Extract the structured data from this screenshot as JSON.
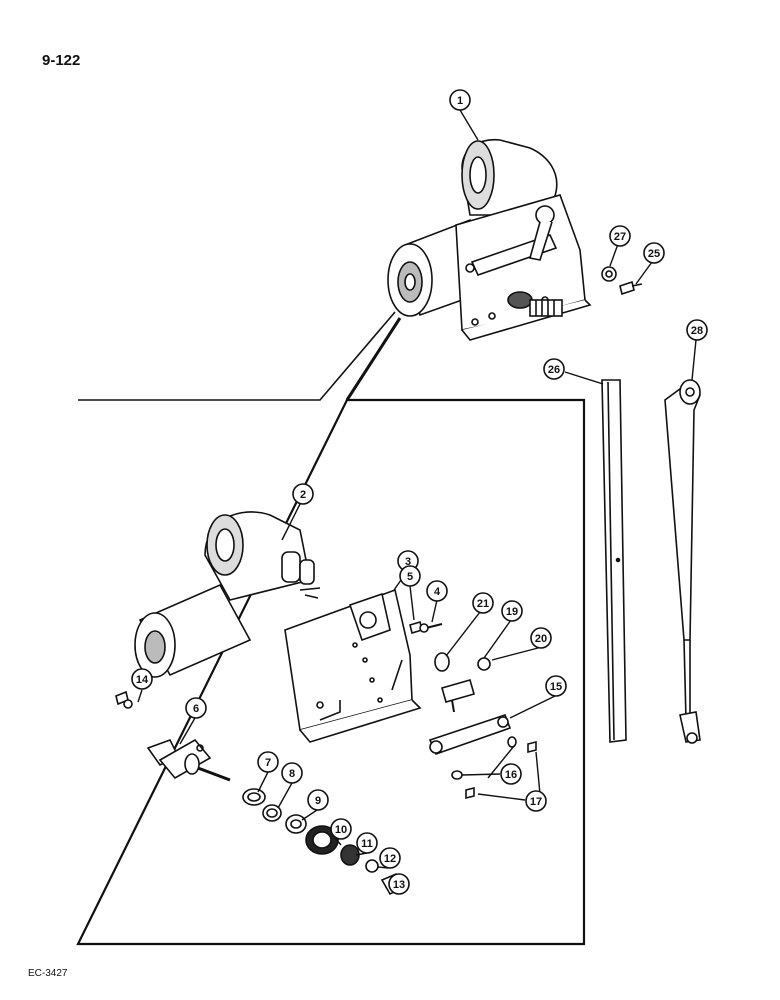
{
  "page_number": "9-122",
  "drawing_code": "EC-3427",
  "callouts": [
    "1",
    "2",
    "3",
    "4",
    "5",
    "6",
    "7",
    "8",
    "9",
    "10",
    "11",
    "12",
    "13",
    "14",
    "15",
    "16",
    "17",
    "19",
    "20",
    "21",
    "25",
    "26",
    "27",
    "28"
  ]
}
